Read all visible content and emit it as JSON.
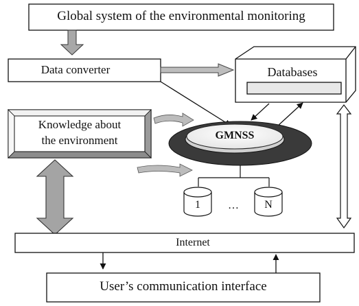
{
  "diagram": {
    "global_system_label": "Global system of the environmental monitoring",
    "data_converter_label": "Data converter",
    "databases_label": "Databases",
    "knowledge_label_line1": "Knowledge about",
    "knowledge_label_line2": "the environment",
    "gmnss_label": "GMNSS",
    "node_first_label": "1",
    "node_ellipsis": "…",
    "node_last_label": "N",
    "internet_label": "Internet",
    "user_interface_label": "User’s communication interface"
  }
}
